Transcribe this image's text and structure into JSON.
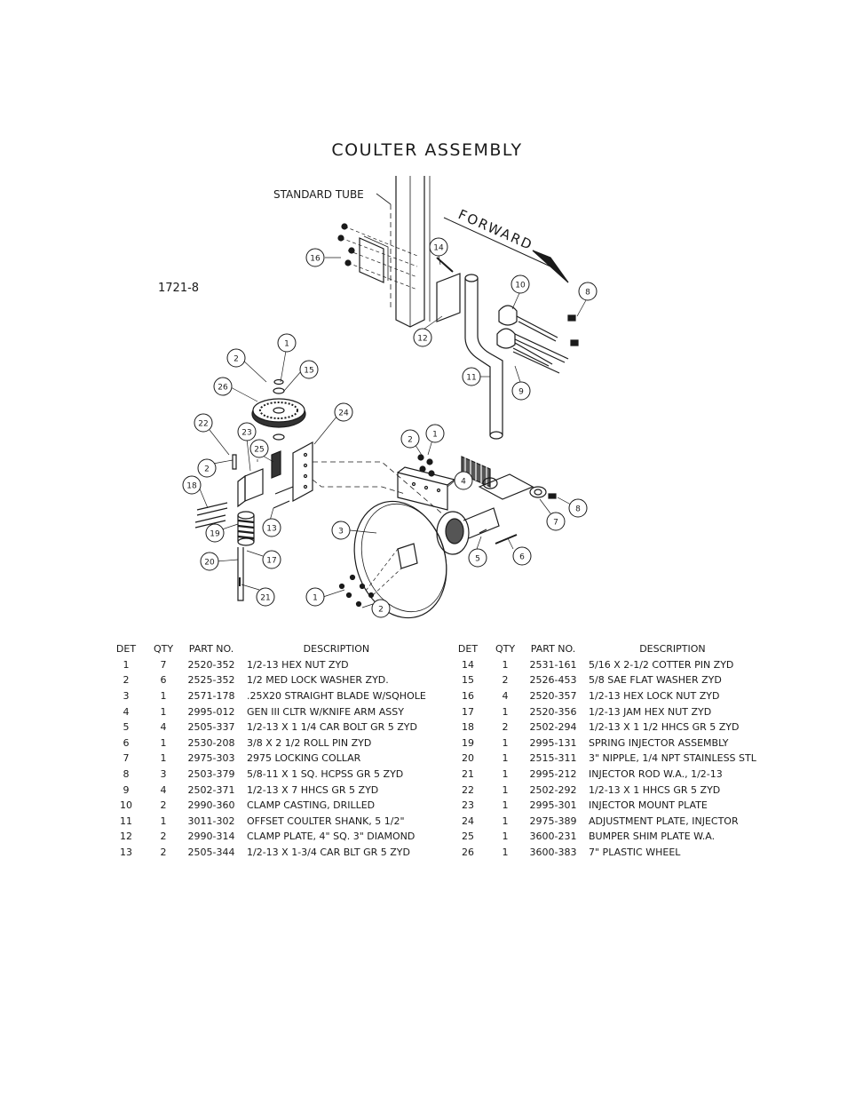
{
  "title": "COULTER ASSEMBLY",
  "drawing_id": "1721-8",
  "labels": {
    "standard_tube": "STANDARD TUBE",
    "forward": "FORWARD"
  },
  "table_headers": {
    "det": "DET",
    "qty": "QTY",
    "part_no": "PART NO.",
    "description": "DESCRIPTION"
  },
  "parts": [
    {
      "det": "1",
      "qty": "7",
      "part_no": "2520-352",
      "description": "1/2-13 HEX NUT ZYD"
    },
    {
      "det": "2",
      "qty": "6",
      "part_no": "2525-352",
      "description": "1/2 MED LOCK WASHER ZYD."
    },
    {
      "det": "3",
      "qty": "1",
      "part_no": "2571-178",
      "description": ".25X20 STRAIGHT BLADE W/SQHOLE"
    },
    {
      "det": "4",
      "qty": "1",
      "part_no": "2995-012",
      "description": "GEN III CLTR W/KNIFE ARM ASSY"
    },
    {
      "det": "5",
      "qty": "4",
      "part_no": "2505-337",
      "description": "1/2-13 X 1 1/4 CAR BOLT GR 5 ZYD"
    },
    {
      "det": "6",
      "qty": "1",
      "part_no": "2530-208",
      "description": "3/8 X 2 1/2 ROLL PIN ZYD"
    },
    {
      "det": "7",
      "qty": "1",
      "part_no": "2975-303",
      "description": "2975 LOCKING COLLAR"
    },
    {
      "det": "8",
      "qty": "3",
      "part_no": "2503-379",
      "description": "5/8-11 X 1 SQ. HCPSS GR 5 ZYD"
    },
    {
      "det": "9",
      "qty": "4",
      "part_no": "2502-371",
      "description": "1/2-13 X 7 HHCS GR 5 ZYD"
    },
    {
      "det": "10",
      "qty": "2",
      "part_no": "2990-360",
      "description": "CLAMP CASTING, DRILLED"
    },
    {
      "det": "11",
      "qty": "1",
      "part_no": "3011-302",
      "description": "OFFSET COULTER SHANK, 5 1/2\""
    },
    {
      "det": "12",
      "qty": "2",
      "part_no": "2990-314",
      "description": "CLAMP PLATE, 4\" SQ. 3\" DIAMOND"
    },
    {
      "det": "13",
      "qty": "2",
      "part_no": "2505-344",
      "description": "1/2-13 X 1-3/4 CAR BLT GR 5 ZYD"
    },
    {
      "det": "14",
      "qty": "1",
      "part_no": "2531-161",
      "description": "5/16 X 2-1/2 COTTER PIN ZYD"
    },
    {
      "det": "15",
      "qty": "2",
      "part_no": "2526-453",
      "description": "5/8 SAE FLAT WASHER ZYD"
    },
    {
      "det": "16",
      "qty": "4",
      "part_no": "2520-357",
      "description": "1/2-13 HEX LOCK NUT ZYD"
    },
    {
      "det": "17",
      "qty": "1",
      "part_no": "2520-356",
      "description": "1/2-13 JAM HEX NUT ZYD"
    },
    {
      "det": "18",
      "qty": "2",
      "part_no": "2502-294",
      "description": "1/2-13 X 1 1/2 HHCS GR 5 ZYD"
    },
    {
      "det": "19",
      "qty": "1",
      "part_no": "2995-131",
      "description": "SPRING INJECTOR ASSEMBLY"
    },
    {
      "det": "20",
      "qty": "1",
      "part_no": "2515-311",
      "description": "3\" NIPPLE, 1/4 NPT STAINLESS STL"
    },
    {
      "det": "21",
      "qty": "1",
      "part_no": "2995-212",
      "description": "INJECTOR ROD W.A., 1/2-13"
    },
    {
      "det": "22",
      "qty": "1",
      "part_no": "2502-292",
      "description": "1/2-13 X 1 HHCS GR 5 ZYD"
    },
    {
      "det": "23",
      "qty": "1",
      "part_no": "2995-301",
      "description": "INJECTOR MOUNT PLATE"
    },
    {
      "det": "24",
      "qty": "1",
      "part_no": "2975-389",
      "description": "ADJUSTMENT PLATE, INJECTOR"
    },
    {
      "det": "25",
      "qty": "1",
      "part_no": "3600-231",
      "description": "BUMPER SHIM PLATE W.A."
    },
    {
      "det": "26",
      "qty": "1",
      "part_no": "3600-383",
      "description": "7\" PLASTIC WHEEL"
    }
  ],
  "callouts": [
    {
      "label": "16"
    },
    {
      "label": "14"
    },
    {
      "label": "10"
    },
    {
      "label": "8"
    },
    {
      "label": "12"
    },
    {
      "label": "11"
    },
    {
      "label": "9"
    },
    {
      "label": "1"
    },
    {
      "label": "2"
    },
    {
      "label": "15"
    },
    {
      "label": "26"
    },
    {
      "label": "24"
    },
    {
      "label": "22"
    },
    {
      "label": "23"
    },
    {
      "label": "25"
    },
    {
      "label": "2"
    },
    {
      "label": "18"
    },
    {
      "label": "19"
    },
    {
      "label": "13"
    },
    {
      "label": "20"
    },
    {
      "label": "17"
    },
    {
      "label": "21"
    },
    {
      "label": "2"
    },
    {
      "label": "1"
    },
    {
      "label": "4"
    },
    {
      "label": "3"
    },
    {
      "label": "7"
    },
    {
      "label": "8"
    },
    {
      "label": "5"
    },
    {
      "label": "6"
    },
    {
      "label": "1"
    },
    {
      "label": "2"
    }
  ]
}
